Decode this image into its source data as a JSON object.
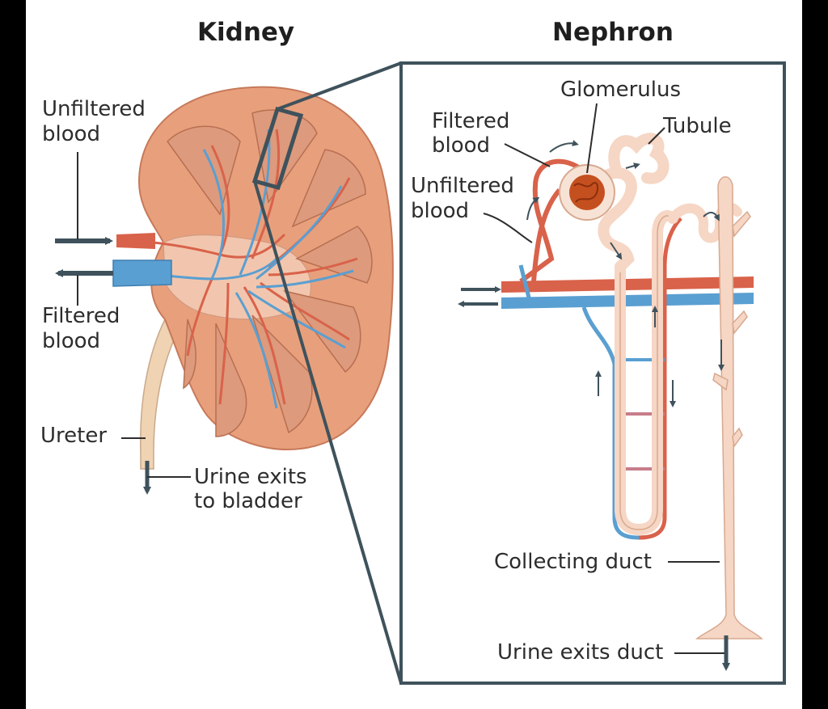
{
  "titles": {
    "kidney": "Kidney",
    "nephron": "Nephron"
  },
  "kidney_labels": {
    "unfiltered_blood": [
      "Unfiltered",
      "blood"
    ],
    "filtered_blood": [
      "Filtered",
      "blood"
    ],
    "ureter": "Ureter",
    "urine_exits": [
      "Urine exits",
      "to bladder"
    ]
  },
  "nephron_labels": {
    "glomerulus": "Glomerulus",
    "filtered_blood": [
      "Filtered",
      "blood"
    ],
    "tubule": "Tubule",
    "unfiltered_blood": [
      "Unfiltered",
      "blood"
    ],
    "collecting_duct": "Collecting duct",
    "urine_exits_duct": "Urine exits duct"
  },
  "colors": {
    "artery": "#d9624a",
    "vein": "#5a9fd1",
    "kidney_cortex": "#e8a07c",
    "kidney_medulla": "#dd9a7c",
    "tubule": "#f6d6c4",
    "ureter": "#efd3b3",
    "glomerulus": "#c5501f",
    "frame": "#3f525c",
    "leader": "#2d2d2d"
  }
}
